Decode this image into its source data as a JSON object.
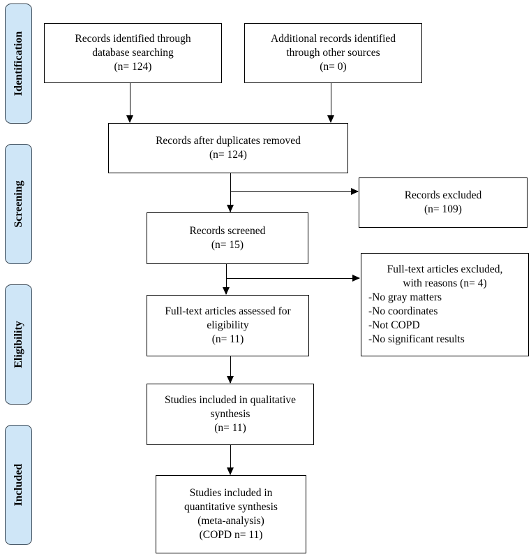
{
  "stages": {
    "identification": "Identification",
    "screening": "Screening",
    "eligibility": "Eligibility",
    "included": "Included"
  },
  "boxes": {
    "database": {
      "line1": "Records identified through",
      "line2": "database searching",
      "line3": "(n= 124)"
    },
    "other": {
      "line1": "Additional records identified",
      "line2": "through other sources",
      "line3": "(n= 0)"
    },
    "dedup": {
      "line1": "Records after duplicates removed",
      "line2": "(n= 124)"
    },
    "excluded": {
      "line1": "Records excluded",
      "line2": "(n= 109)"
    },
    "screened": {
      "line1": "Records screened",
      "line2": "(n= 15)"
    },
    "fulltext_excluded": {
      "line1": "Full-text articles excluded,",
      "line2": "with reasons (n= 4)",
      "reasons": [
        "-No gray matters",
        "-No coordinates",
        "-Not COPD",
        "-No significant results"
      ]
    },
    "eligibility": {
      "line1": "Full-text articles assessed for",
      "line2": "eligibility",
      "line3": "(n= 11)"
    },
    "qualitative": {
      "line1": "Studies included in qualitative",
      "line2": "synthesis",
      "line3": "(n= 11)"
    },
    "quantitative": {
      "line1": "Studies included in",
      "line2": "quantitative synthesis",
      "line3": "(meta-analysis)",
      "line4": "(COPD n= 11)"
    }
  }
}
